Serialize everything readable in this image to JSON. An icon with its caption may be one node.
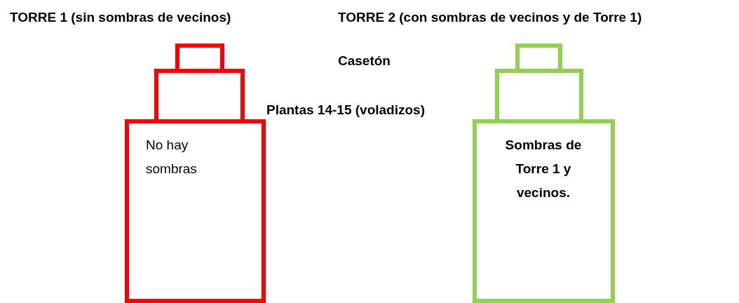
{
  "diagram": {
    "nodes": [
      {
        "text": [],
        "shape": "box"
      },
      {
        "text": [],
        "shape": "box"
      },
      {
        "text": [
          "No hay sombras"
        ]
      },
      {
        "text": [],
        "shape": "box"
      },
      {
        "text": [],
        "shape": "box"
      },
      {
        "text": [
          "Sombras de Torre 1 y vecinos."
        ]
      }
    ],
    "edges": [],
    "labels": [
      "TORRE 1 (sin sombras de vecinos)",
      "TORRE 2 (con sombras de vecinos y de Torre 1)",
      "Casetón",
      "Plantas 14-15 (voladizos)"
    ]
  }
}
